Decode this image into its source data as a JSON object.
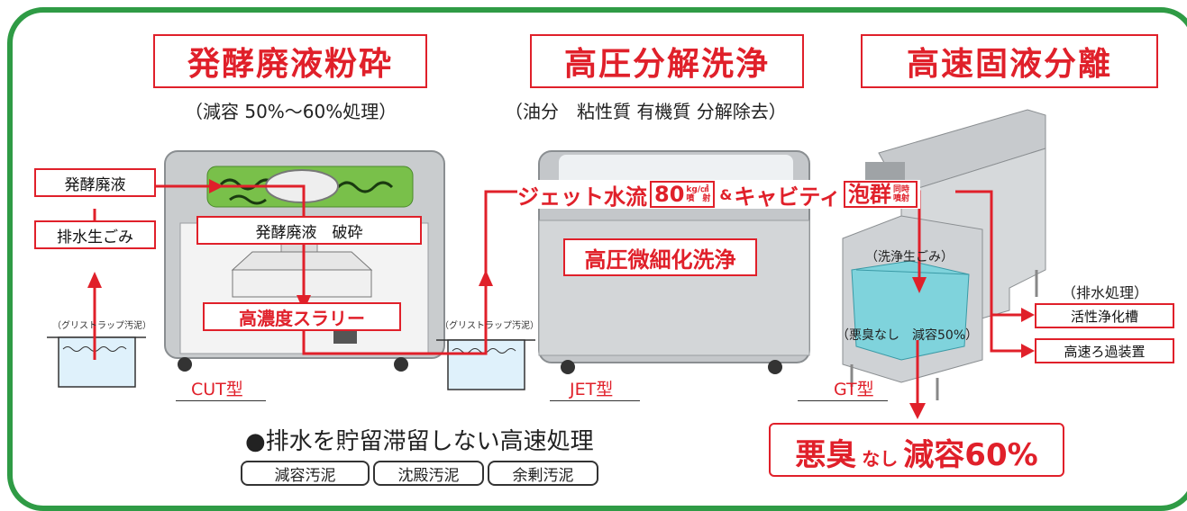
{
  "titles": [
    "発酵廃液粉砕",
    "高圧分解洗浄",
    "高速固液分離"
  ],
  "subtitles": {
    "left": "（減容 50%〜60%処理）",
    "middle": "（油分　粘性質 有機質 分解除去）"
  },
  "left": {
    "input_top": "発酵廃液",
    "input_bottom": "排水生ごみ",
    "trap_label": "（グリストラップ汚泥）",
    "crush_label": "発酵廃液　破砕",
    "slurry_label": "高濃度スラリー",
    "model": "CUT型"
  },
  "middle": {
    "trap_label": "（グリストラップ汚泥）",
    "jet_label": "ジェット水流",
    "pressure_value": "80",
    "pressure_unit": "kg/㎠",
    "pressure_note": "噴　射",
    "amp": "&",
    "cavity_label": "キャビティ",
    "bubble_label": "泡群",
    "bubble_note": "同時噴射",
    "wash_label": "高圧微細化洗浄",
    "model": "JET型"
  },
  "right": {
    "wash_garbage": "（洗浄生ごみ）",
    "odor_note": "（悪臭なし　減容50%）",
    "drain_heading": "（排水処理）",
    "drain_items": [
      "活性浄化槽",
      "高速ろ過装置"
    ],
    "model": "GT型",
    "result_a": "悪臭",
    "result_b": "なし",
    "result_c": "減容60%"
  },
  "bottom": {
    "headline": "●排水を貯留滞留しない高速処理",
    "pills": [
      "減容汚泥",
      "沈殿汚泥",
      "余剰汚泥"
    ]
  }
}
